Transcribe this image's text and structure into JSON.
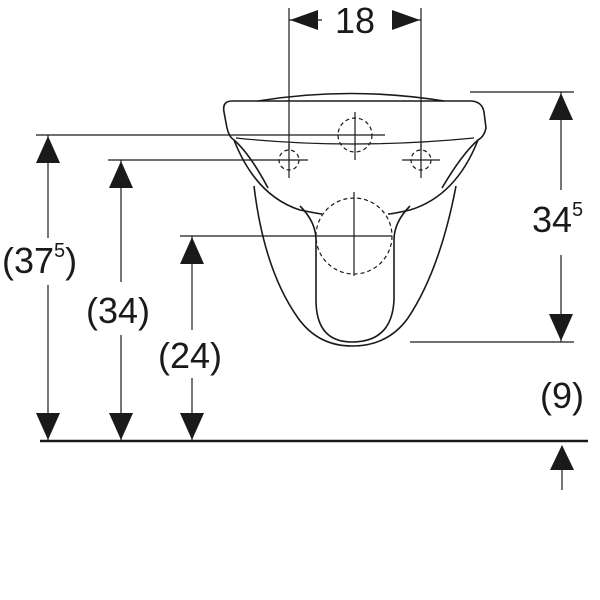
{
  "dimensions": {
    "top_width": "18",
    "right_height_main": "34",
    "right_height_sup": "5",
    "right_offset": "(9)",
    "left_outer_main": "(37",
    "left_outer_sup": "5",
    "left_outer_close": ")",
    "left_mid": "(34)",
    "left_inner": "(24)"
  }
}
